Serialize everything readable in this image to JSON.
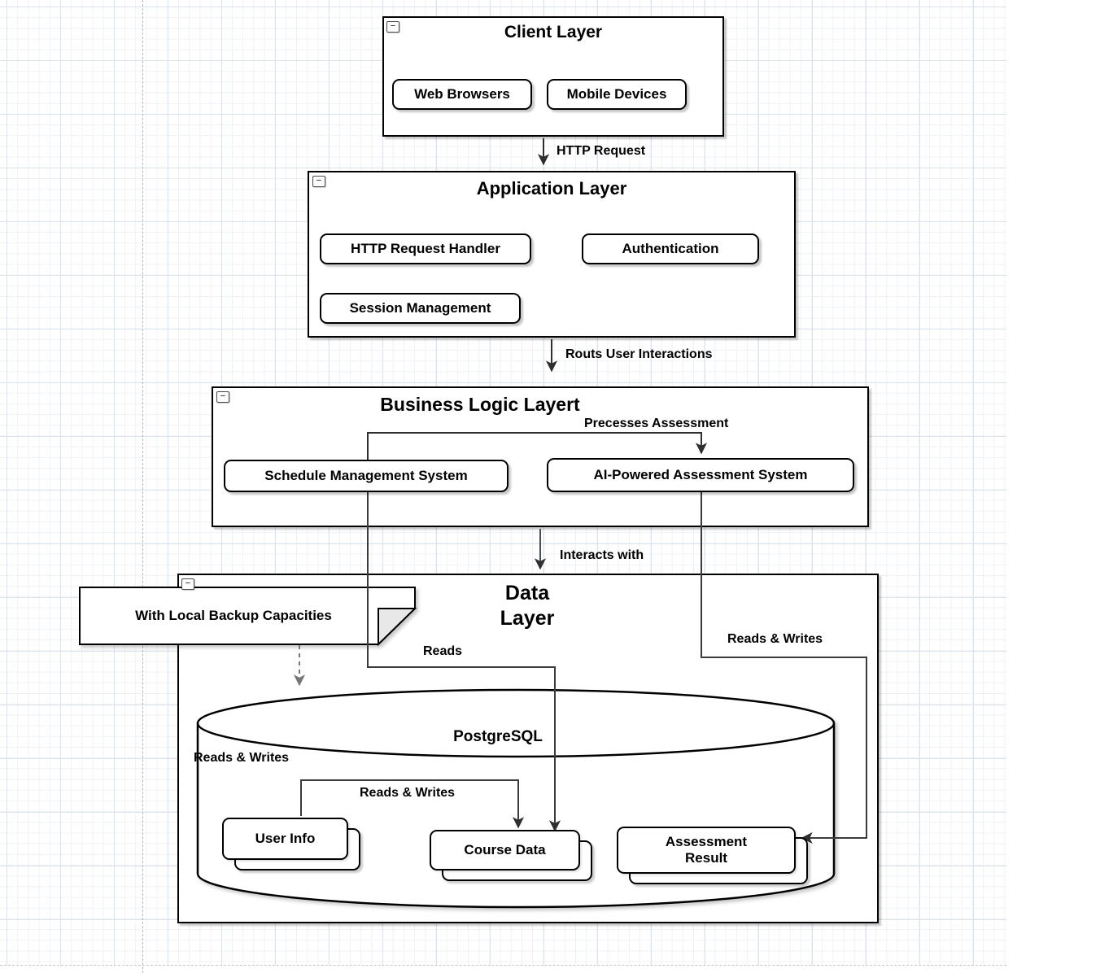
{
  "containers": {
    "client": {
      "title": "Client Layer"
    },
    "application": {
      "title": "Application Layer"
    },
    "business": {
      "title": "Business Logic Layert"
    },
    "data": {
      "title": "Data Layer"
    }
  },
  "nodes": {
    "web_browsers": {
      "label": "Web Browsers"
    },
    "mobile_devices": {
      "label": "Mobile Devices"
    },
    "http_request_handler": {
      "label": "HTTP Request Handler"
    },
    "authentication": {
      "label": "Authentication"
    },
    "session_management": {
      "label": "Session Management"
    },
    "schedule_management": {
      "label": "Schedule Management System"
    },
    "ai_assessment": {
      "label": "AI-Powered Assessment System"
    },
    "postgresql": {
      "label": "PostgreSQL"
    },
    "user_info": {
      "label": "User Info"
    },
    "course_data": {
      "label": "Course Data"
    },
    "assessment_result": {
      "label": "Assessment Result"
    }
  },
  "note": {
    "text": "With Local Backup Capacities"
  },
  "edges": {
    "http_request": "HTTP Request",
    "routs_user_interactions": "Routs User Interactions",
    "precesses_assessment": "Precesses Assessment",
    "interacts_with": "Interacts with",
    "reads": "Reads",
    "reads_writes_right": "Reads & Writes",
    "reads_writes_left": "Reads & Writes",
    "reads_writes_center": "Reads & Writes"
  },
  "icons": {
    "collapse": "−"
  },
  "colors": {
    "stroke": "#000000",
    "fill": "#ffffff",
    "edge": "#2f2f2f",
    "dashed_edge": "#777777"
  }
}
